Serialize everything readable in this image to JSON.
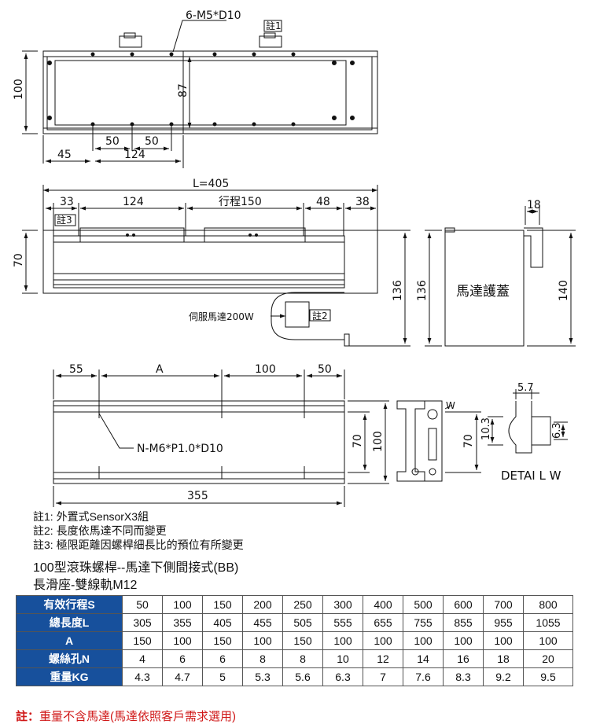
{
  "drawing": {
    "top_view": {
      "hole_callout": "6-M5*D10",
      "note_tag": "註1",
      "height": "100",
      "inner_height": "87",
      "pitch_1": "50",
      "pitch_2": "50",
      "offset": "45",
      "span": "124"
    },
    "side_view": {
      "total_length": "L=405",
      "dim_left": "33",
      "dim_carriage": "124",
      "dim_stroke": "行程150",
      "dim_right1": "48",
      "dim_right2": "38",
      "note_tag": "註3",
      "height": "70",
      "motor_label": "伺服馬達200W",
      "motor_tag": "註2",
      "motor_height": "136"
    },
    "end_view": {
      "height_left": "136",
      "cover_label": "馬達護蓋",
      "top_width": "18",
      "height_right": "140"
    },
    "bottom_view": {
      "dim_55": "55",
      "dim_a": "A",
      "dim_100": "100",
      "dim_50": "50",
      "hole_callout": "N-M6*P1.0*D10",
      "height_70": "70",
      "height_100": "100",
      "length": "355"
    },
    "profile_view": {
      "detail_tag": "W",
      "height": "70"
    },
    "detail_view": {
      "width": "5.7",
      "height_left": "10.3",
      "height_right": "6.3",
      "title": "DETAI L W"
    }
  },
  "notes": [
    "註1: 外置式SensorX3組",
    "註2: 長度依馬達不同而變更",
    "註3: 極限距離因螺桿細長比的預位有所變更"
  ],
  "subtitle_1": "100型滾珠螺桿--馬達下側間接式(BB)",
  "subtitle_2": "長滑座-雙線軌M12",
  "spec_table": {
    "headers": [
      "有效行程S",
      "總長度L",
      "A",
      "螺絲孔N",
      "重量KG"
    ],
    "rows": [
      [
        "50",
        "100",
        "150",
        "200",
        "250",
        "300",
        "400",
        "500",
        "600",
        "700",
        "800"
      ],
      [
        "305",
        "355",
        "405",
        "455",
        "505",
        "555",
        "655",
        "755",
        "855",
        "955",
        "1055"
      ],
      [
        "150",
        "100",
        "150",
        "100",
        "150",
        "100",
        "100",
        "100",
        "100",
        "100",
        "100"
      ],
      [
        "4",
        "6",
        "6",
        "8",
        "8",
        "10",
        "12",
        "14",
        "16",
        "18",
        "20"
      ],
      [
        "4.3",
        "4.7",
        "5",
        "5.3",
        "5.6",
        "6.3",
        "7",
        "7.6",
        "8.3",
        "9.2",
        "9.5"
      ]
    ],
    "header_color": "#17509c"
  },
  "footnote": {
    "label": "註：",
    "text": "重量不含馬達(馬達依照客戶需求選用)",
    "color": "#d01818"
  }
}
